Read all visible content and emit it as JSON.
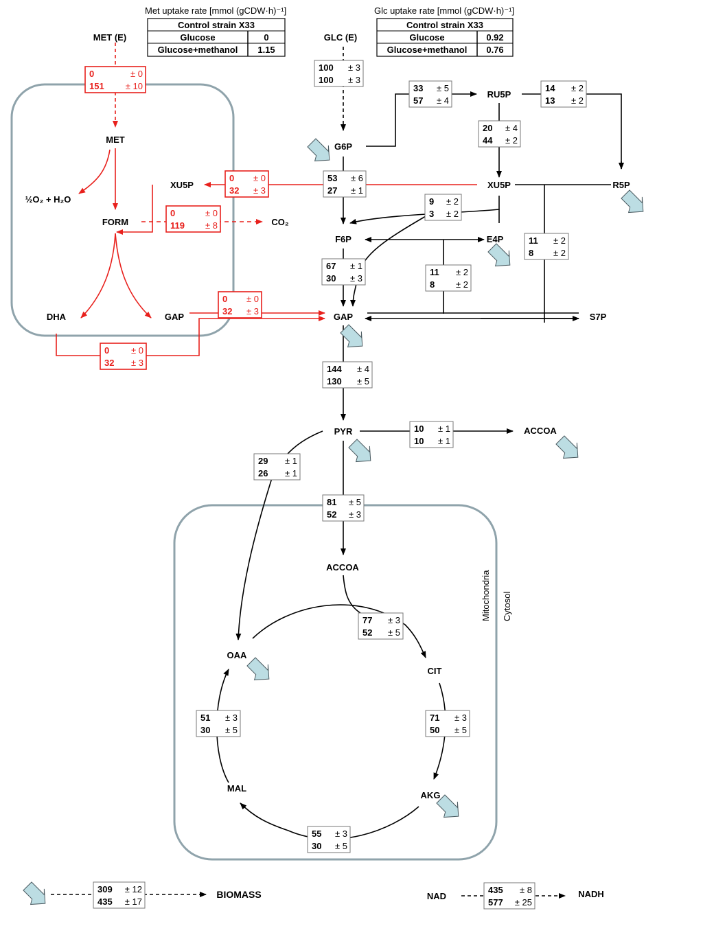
{
  "colors": {
    "black": "#000000",
    "red": "#e8201c",
    "compartment": "#8fa3ab",
    "drain_fill": "#bcdde3",
    "drain_stroke": "#4a5a60"
  },
  "tables": {
    "met": {
      "title": "Met uptake rate [mmol (gCDW·h)⁻¹]",
      "header": "Control strain X33",
      "rows": [
        {
          "label": "Glucose",
          "value": "0"
        },
        {
          "label": "Glucose+methanol",
          "value": "1.15"
        }
      ]
    },
    "glc": {
      "title": "Glc uptake rate [mmol (gCDW·h)⁻¹]",
      "header": "Control strain X33",
      "rows": [
        {
          "label": "Glucose",
          "value": "0.92"
        },
        {
          "label": "Glucose+methanol",
          "value": "0.76"
        }
      ]
    }
  },
  "metabolites": {
    "met_e": "MET (E)",
    "glc_e": "GLC (E)",
    "met": "MET",
    "o2": "½O₂ + H₂O",
    "xu5p_perox": "XU5P",
    "form": "FORM",
    "co2": "CO₂",
    "dha": "DHA",
    "gap_perox": "GAP",
    "g6p": "G6P",
    "ru5p": "RU5P",
    "xu5p": "XU5P",
    "r5p": "R5P",
    "f6p": "F6P",
    "e4p": "E4P",
    "gap": "GAP",
    "s7p": "S7P",
    "pyr": "PYR",
    "accoa_cyt": "ACCOA",
    "accoa_mit": "ACCOA",
    "oaa": "OAA",
    "cit": "CIT",
    "akg": "AKG",
    "mal": "MAL",
    "biomass": "BIOMASS",
    "nad": "NAD",
    "nadh": "NADH"
  },
  "compartments": {
    "mitochondria": "Mitochondria",
    "cytosol": "Cytosol"
  },
  "fluxes": [
    {
      "id": "met_uptake",
      "red": true,
      "v1": "0",
      "e1": "0",
      "v2": "151",
      "e2": "10"
    },
    {
      "id": "glc_uptake",
      "red": false,
      "v1": "100",
      "e1": "3",
      "v2": "100",
      "e2": "3"
    },
    {
      "id": "g6p_ru5p",
      "red": false,
      "v1": "33",
      "e1": "5",
      "v2": "57",
      "e2": "4"
    },
    {
      "id": "ru5p_r5p",
      "red": false,
      "v1": "14",
      "e1": "2",
      "v2": "13",
      "e2": "2"
    },
    {
      "id": "ru5p_xu5p",
      "red": false,
      "v1": "20",
      "e1": "4",
      "v2": "44",
      "e2": "2"
    },
    {
      "id": "xu5p_to_perox",
      "red": true,
      "v1": "0",
      "e1": "0",
      "v2": "32",
      "e2": "3"
    },
    {
      "id": "g6p_f6p",
      "red": false,
      "v1": "53",
      "e1": "6",
      "v2": "27",
      "e2": "1"
    },
    {
      "id": "form_co2",
      "red": true,
      "v1": "0",
      "e1": "0",
      "v2": "119",
      "e2": "8"
    },
    {
      "id": "tkt1",
      "red": false,
      "v1": "9",
      "e1": "2",
      "v2": "3",
      "e2": "2"
    },
    {
      "id": "tal",
      "red": false,
      "v1": "11",
      "e1": "2",
      "v2": "8",
      "e2": "2"
    },
    {
      "id": "f6p_gap",
      "red": false,
      "v1": "67",
      "e1": "1",
      "v2": "30",
      "e2": "3"
    },
    {
      "id": "tkt2",
      "red": false,
      "v1": "11",
      "e1": "2",
      "v2": "8",
      "e2": "2"
    },
    {
      "id": "gap_perox",
      "red": true,
      "v1": "0",
      "e1": "0",
      "v2": "32",
      "e2": "3"
    },
    {
      "id": "dha_gap",
      "red": true,
      "v1": "0",
      "e1": "0",
      "v2": "32",
      "e2": "3"
    },
    {
      "id": "gap_pyr",
      "red": false,
      "v1": "144",
      "e1": "4",
      "v2": "130",
      "e2": "5"
    },
    {
      "id": "pyr_accoa",
      "red": false,
      "v1": "10",
      "e1": "1",
      "v2": "10",
      "e2": "1"
    },
    {
      "id": "pyr_oaa",
      "red": false,
      "v1": "29",
      "e1": "1",
      "v2": "26",
      "e2": "1"
    },
    {
      "id": "pyr_mit",
      "red": false,
      "v1": "81",
      "e1": "5",
      "v2": "52",
      "e2": "3"
    },
    {
      "id": "cit_syn",
      "red": false,
      "v1": "77",
      "e1": "3",
      "v2": "52",
      "e2": "5"
    },
    {
      "id": "mal_oaa",
      "red": false,
      "v1": "51",
      "e1": "3",
      "v2": "30",
      "e2": "5"
    },
    {
      "id": "cit_akg",
      "red": false,
      "v1": "71",
      "e1": "3",
      "v2": "50",
      "e2": "5"
    },
    {
      "id": "akg_mal",
      "red": false,
      "v1": "55",
      "e1": "3",
      "v2": "30",
      "e2": "5"
    },
    {
      "id": "biomass",
      "red": false,
      "v1": "309",
      "e1": "12",
      "v2": "435",
      "e2": "17"
    },
    {
      "id": "nadh",
      "red": false,
      "v1": "435",
      "e1": "8",
      "v2": "577",
      "e2": "25"
    }
  ],
  "pm": "±"
}
